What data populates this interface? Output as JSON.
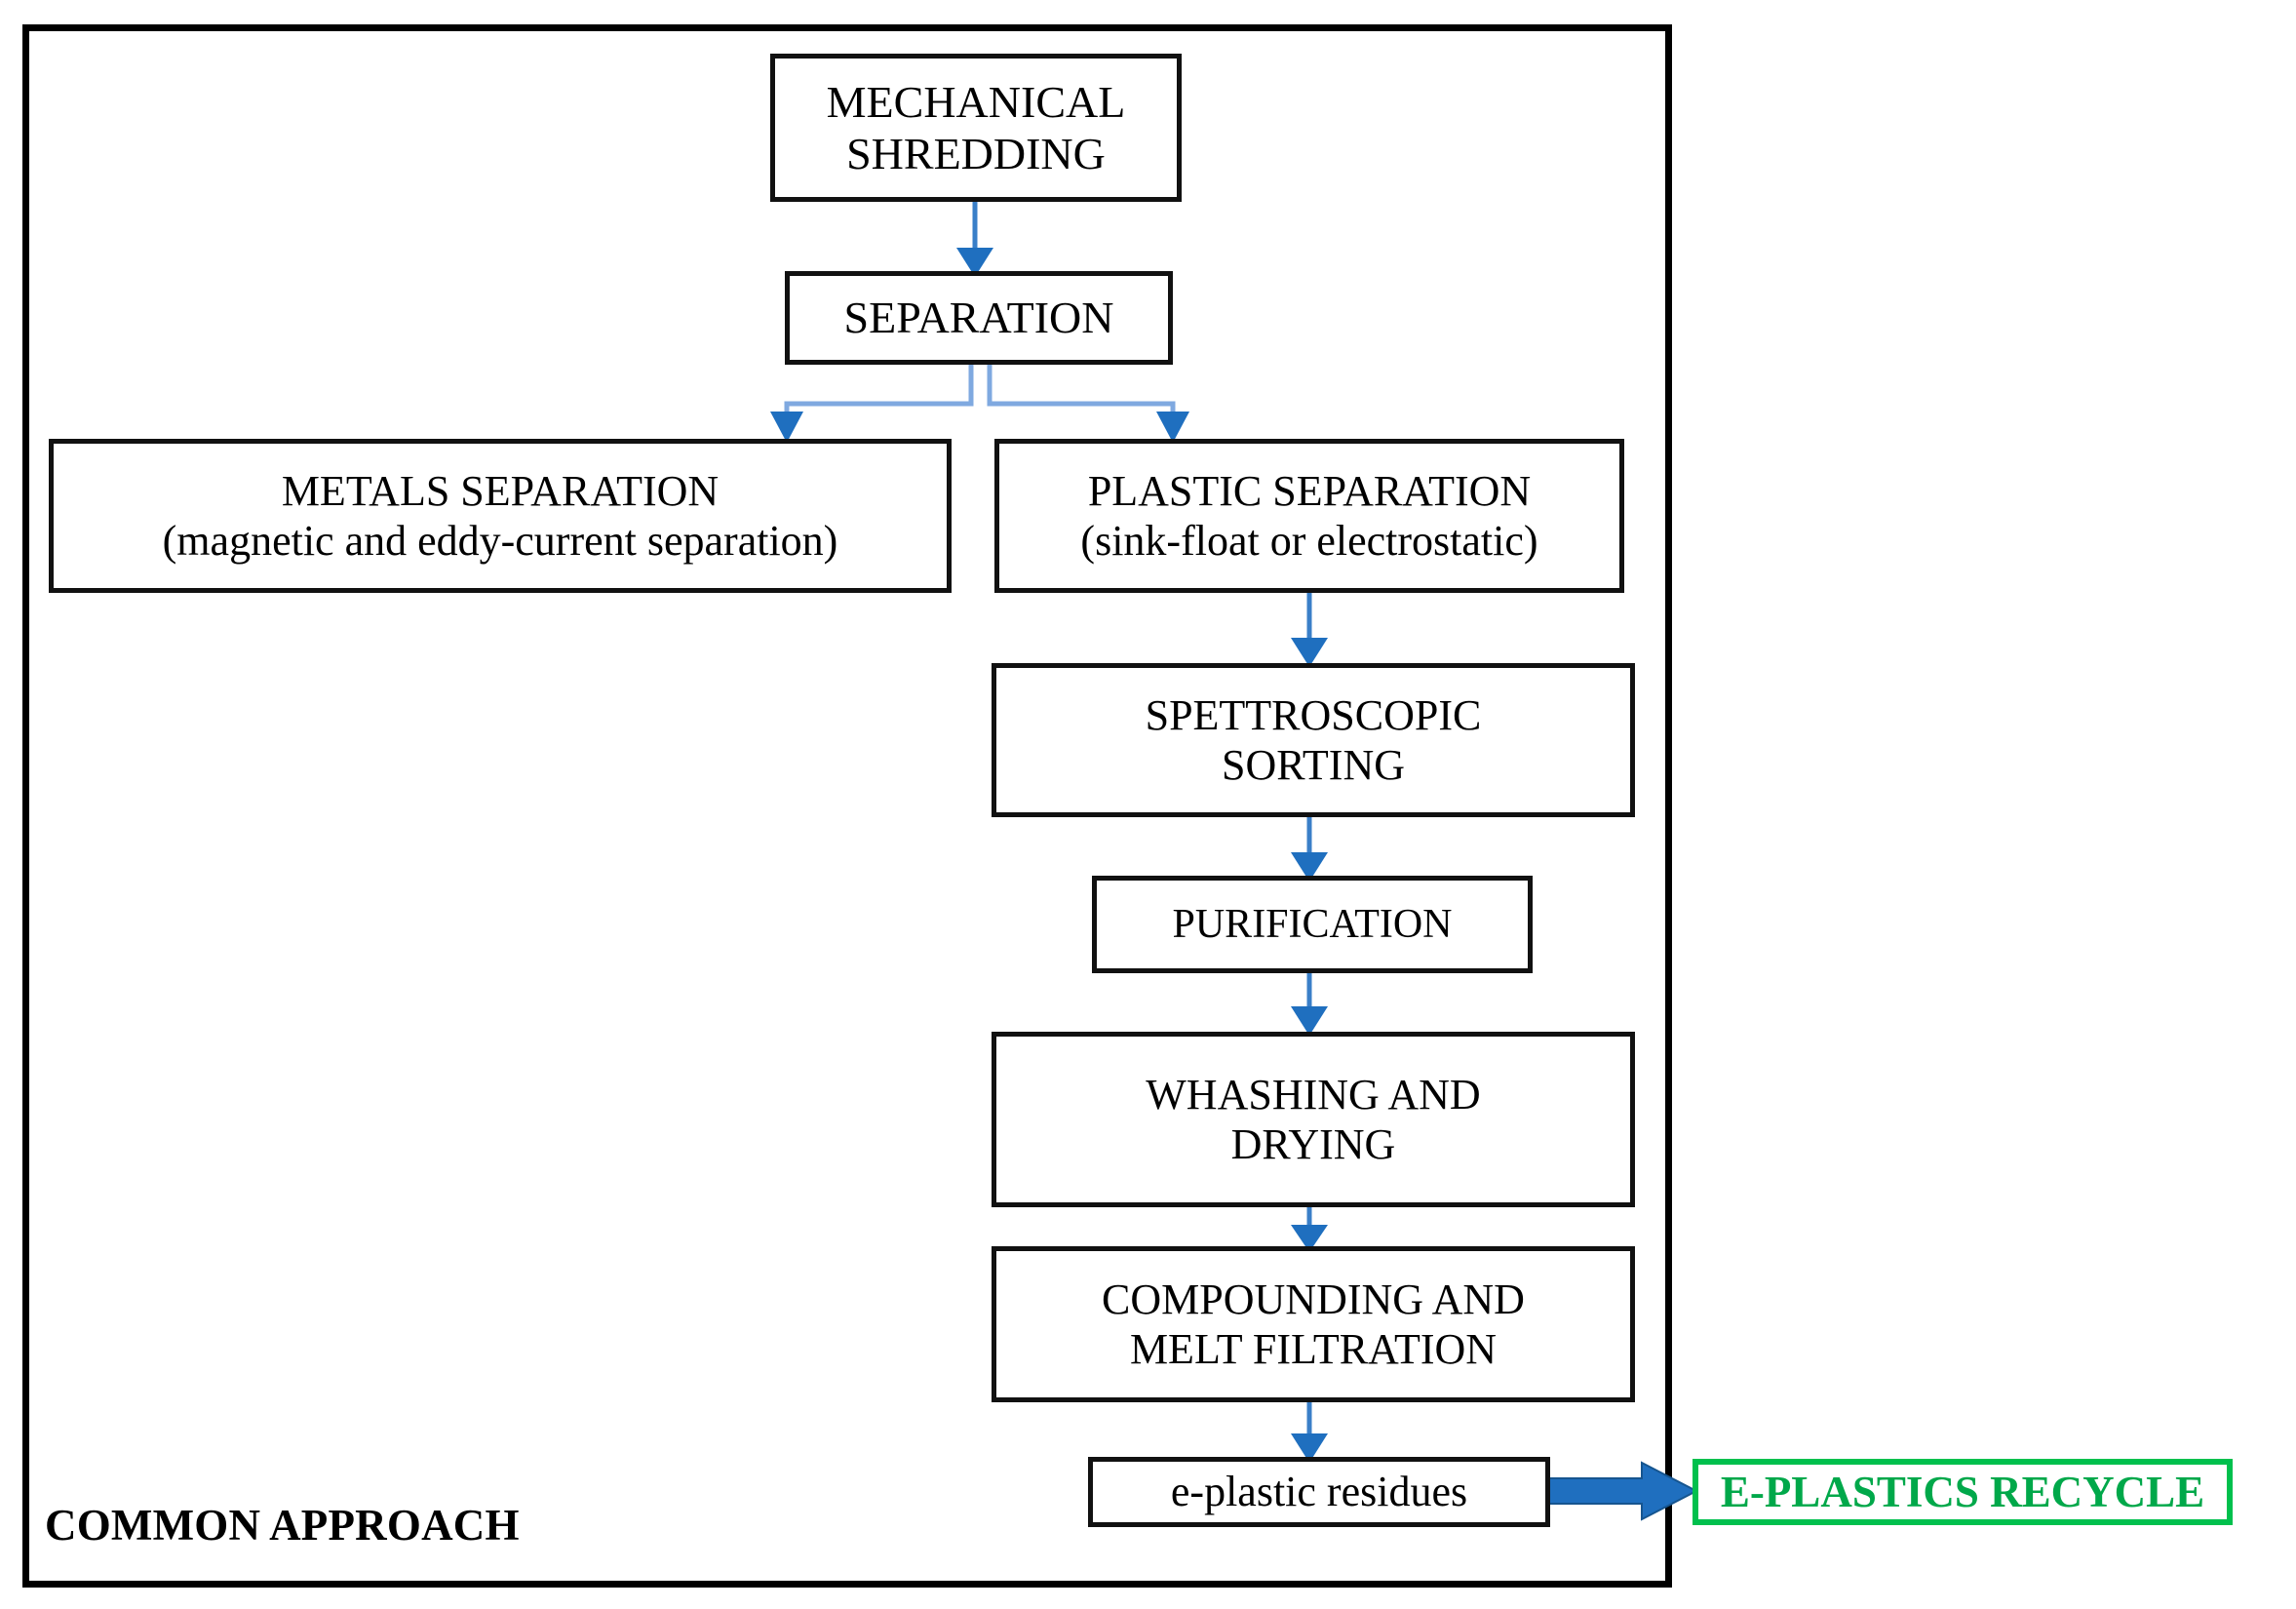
{
  "diagram": {
    "title_caption": "COMMON APPROACH",
    "frame_label": "common-approach-frame",
    "colors": {
      "box_border": "#111111",
      "frame_border": "#000000",
      "connector_blue": "#3a7fc8",
      "connector_blue_light": "#7fa9e0",
      "block_arrow_blue": "#1f6fbf",
      "recycle_green_border": "#00c04d",
      "recycle_green_text": "#00a84a",
      "background": "#ffffff"
    },
    "nodes": [
      {
        "id": "mechanical-shredding",
        "label": "MECHANICAL\nSHREDDING"
      },
      {
        "id": "separation",
        "label": "SEPARATION"
      },
      {
        "id": "metals-separation",
        "label": "METALS SEPARATION\n(magnetic and eddy-current separation)"
      },
      {
        "id": "plastic-separation",
        "label": "PLASTIC SEPARATION\n(sink-float or electrostatic)"
      },
      {
        "id": "spettroscopic-sorting",
        "label": "SPETTROSCOPIC\nSORTING"
      },
      {
        "id": "purification",
        "label": "PURIFICATION"
      },
      {
        "id": "whashing-and-drying",
        "label": "WHASHING AND\nDRYING"
      },
      {
        "id": "compounding-melt-filtration",
        "label": "COMPOUNDING AND\nMELT FILTRATION"
      },
      {
        "id": "e-plastic-residues",
        "label": "e-plastic residues"
      },
      {
        "id": "e-plastics-recycle",
        "label": "E-PLASTICS RECYCLE"
      }
    ],
    "edges": [
      {
        "from": "mechanical-shredding",
        "to": "separation",
        "style": "arrow-down"
      },
      {
        "from": "separation",
        "to": "metals-separation",
        "style": "elbow-left"
      },
      {
        "from": "separation",
        "to": "plastic-separation",
        "style": "elbow-right"
      },
      {
        "from": "plastic-separation",
        "to": "spettroscopic-sorting",
        "style": "arrow-down"
      },
      {
        "from": "spettroscopic-sorting",
        "to": "purification",
        "style": "arrow-down"
      },
      {
        "from": "purification",
        "to": "whashing-and-drying",
        "style": "arrow-down"
      },
      {
        "from": "whashing-and-drying",
        "to": "compounding-melt-filtration",
        "style": "arrow-down"
      },
      {
        "from": "compounding-melt-filtration",
        "to": "e-plastic-residues",
        "style": "arrow-down"
      },
      {
        "from": "e-plastic-residues",
        "to": "e-plastics-recycle",
        "style": "block-arrow-right"
      }
    ]
  }
}
